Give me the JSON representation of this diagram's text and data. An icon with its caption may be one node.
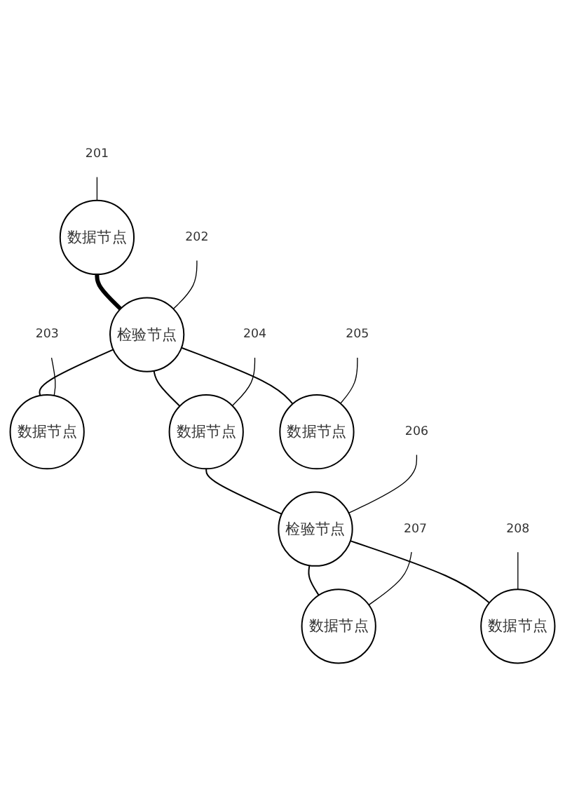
{
  "diagram": {
    "nodes": [
      {
        "text": [
          "数据节点"
        ]
      },
      {
        "text": [
          "201"
        ]
      },
      {
        "text": [
          "检验节点"
        ]
      },
      {
        "text": [
          "202"
        ]
      },
      {
        "text": [
          "数据节点"
        ]
      },
      {
        "text": [
          "203"
        ]
      },
      {
        "text": [
          "数据节点"
        ]
      },
      {
        "text": [
          "204"
        ]
      },
      {
        "text": [
          "数据节点"
        ]
      },
      {
        "text": [
          "205"
        ]
      },
      {
        "text": [
          "检验节点"
        ]
      },
      {
        "text": [
          "206"
        ]
      },
      {
        "text": [
          "数据节点"
        ]
      },
      {
        "text": [
          "207"
        ]
      },
      {
        "text": [
          "数据节点"
        ]
      },
      {
        "text": [
          "208"
        ]
      }
    ],
    "edges": [
      {
        "from": 0,
        "to": 2,
        "arrow": "none",
        "style": "thick"
      },
      {
        "from": 2,
        "to": 4,
        "arrow": "none"
      },
      {
        "from": 2,
        "to": 6,
        "arrow": "none"
      },
      {
        "from": 2,
        "to": 8,
        "arrow": "none"
      },
      {
        "from": 6,
        "to": 10,
        "arrow": "none"
      },
      {
        "from": 10,
        "to": 12,
        "arrow": "none"
      },
      {
        "from": 10,
        "to": 14,
        "arrow": "none"
      },
      {
        "from": 1,
        "to": 0,
        "arrow": "none"
      },
      {
        "from": 3,
        "to": 2,
        "arrow": "none"
      },
      {
        "from": 5,
        "to": 4,
        "arrow": "none"
      },
      {
        "from": 7,
        "to": 6,
        "arrow": "none"
      },
      {
        "from": 9,
        "to": 8,
        "arrow": "none"
      },
      {
        "from": 11,
        "to": 10,
        "arrow": "none"
      },
      {
        "from": 13,
        "to": 12,
        "arrow": "none"
      },
      {
        "from": 15,
        "to": 14,
        "arrow": "none"
      }
    ]
  }
}
